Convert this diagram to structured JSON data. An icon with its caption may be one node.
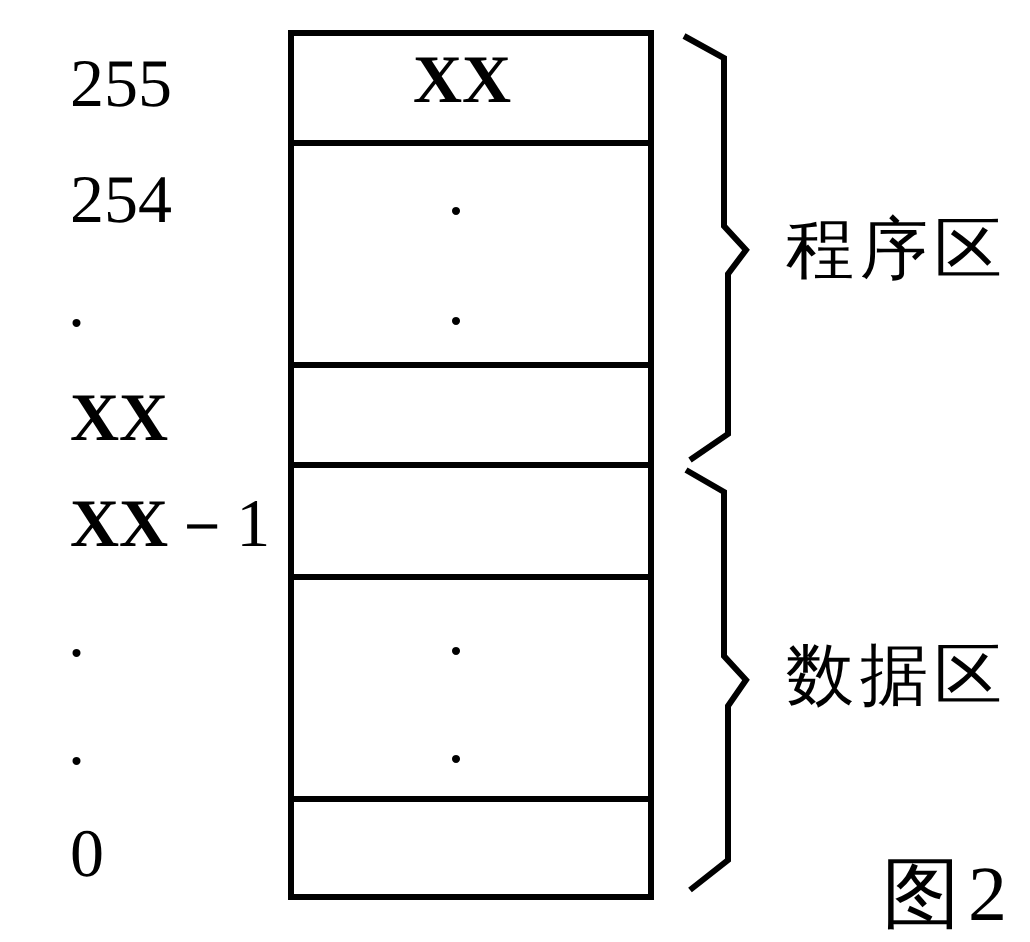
{
  "diagram": {
    "caption": "图2",
    "nodes": [
      {
        "text": [
          "XX"
        ]
      },
      {
        "text": [
          ".",
          "."
        ]
      },
      {
        "text": [],
        "shape": "box"
      },
      {
        "text": [],
        "shape": "box"
      },
      {
        "text": [
          ".",
          "."
        ]
      },
      {
        "text": [],
        "shape": "box"
      }
    ],
    "labels": [
      "255",
      "254",
      ".",
      "XX",
      "**XX**－1",
      ".",
      ".",
      "0",
      "程序区",
      "数据区"
    ]
  }
}
